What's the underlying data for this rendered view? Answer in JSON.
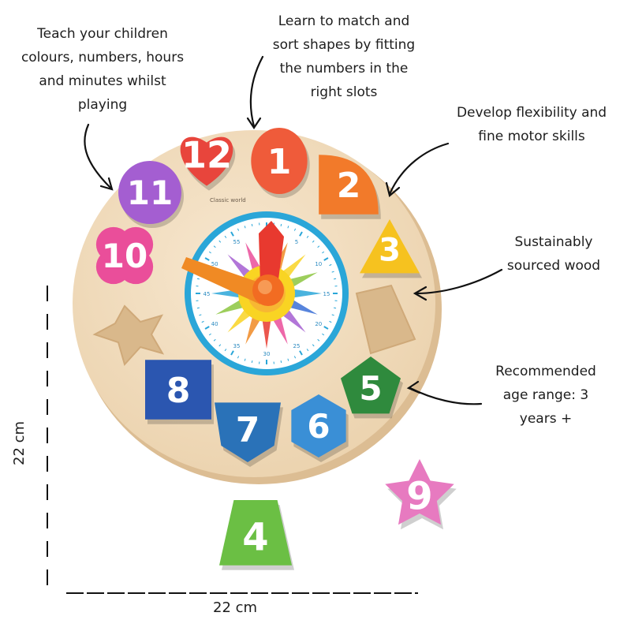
{
  "callouts": {
    "teach": "Teach your children\ncolours, numbers, hours\nand minutes whilst\nplaying",
    "match": "Learn to match and\nsort shapes by fitting\nthe numbers in the\nright slots",
    "flex": "Develop flexibility and\nfine motor skills",
    "wood": "Sustainably\nsourced wood",
    "age": "Recommended\nage range: 3\nyears +"
  },
  "dimensions": {
    "width": "22 cm",
    "height": "22 cm"
  },
  "brand": "Classic world",
  "dial_numbers": [
    "60",
    "5",
    "10",
    "15",
    "20",
    "25",
    "30",
    "35",
    "40",
    "45",
    "50",
    "55"
  ],
  "pieces": [
    {
      "label": "12",
      "shape": "heart",
      "color": "#e8453c"
    },
    {
      "label": "1",
      "shape": "oval",
      "color": "#ef5b3a"
    },
    {
      "label": "2",
      "shape": "quarter",
      "color": "#f27a2a"
    },
    {
      "label": "3",
      "shape": "triangle",
      "color": "#f6c21f"
    },
    {
      "label": "5",
      "shape": "pentagon",
      "color": "#2f8a3d"
    },
    {
      "label": "6",
      "shape": "hexagon",
      "color": "#3a8fd6"
    },
    {
      "label": "7",
      "shape": "shield",
      "color": "#2a72b8"
    },
    {
      "label": "8",
      "shape": "square",
      "color": "#2b56b0"
    },
    {
      "label": "10",
      "shape": "flower",
      "color": "#ea4e9a"
    },
    {
      "label": "11",
      "shape": "circle",
      "color": "#a45ed1"
    },
    {
      "label": "9",
      "shape": "star",
      "color": "#e77ac0"
    },
    {
      "label": "4",
      "shape": "trapezoid",
      "color": "#6bbf44"
    }
  ],
  "colors": {
    "wood": "#f3dfc3",
    "wood_edge": "#e2c49c",
    "dial_ring": "#2aa6d8",
    "hour_hand": "#f08a24",
    "minute_hand": "#e8392f"
  }
}
